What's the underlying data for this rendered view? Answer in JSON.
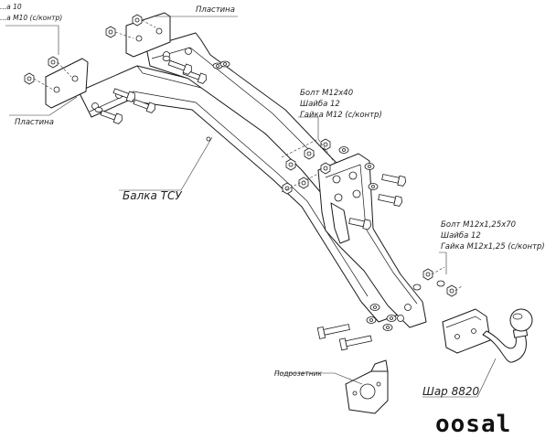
{
  "labels": {
    "top_left_1": "...а 10",
    "top_left_2": "...а M10 (с/контр)",
    "plate_top": "Пластина",
    "plate_left": "Пластина",
    "bolt_mid_1": "Болт M12x40",
    "bolt_mid_2": "Шайба 12",
    "bolt_mid_3": "Гайка M12 (с/контр)",
    "beam": "Балка ТСУ",
    "bolt_right_1": "Болт M12x1,25x70",
    "bolt_right_2": "Шайба 12",
    "bolt_right_3": "Гайка M12x1,25 (с/контр)",
    "socket_plate": "Подрозетник",
    "ball": "Шар 8820",
    "logo": "oosal"
  }
}
